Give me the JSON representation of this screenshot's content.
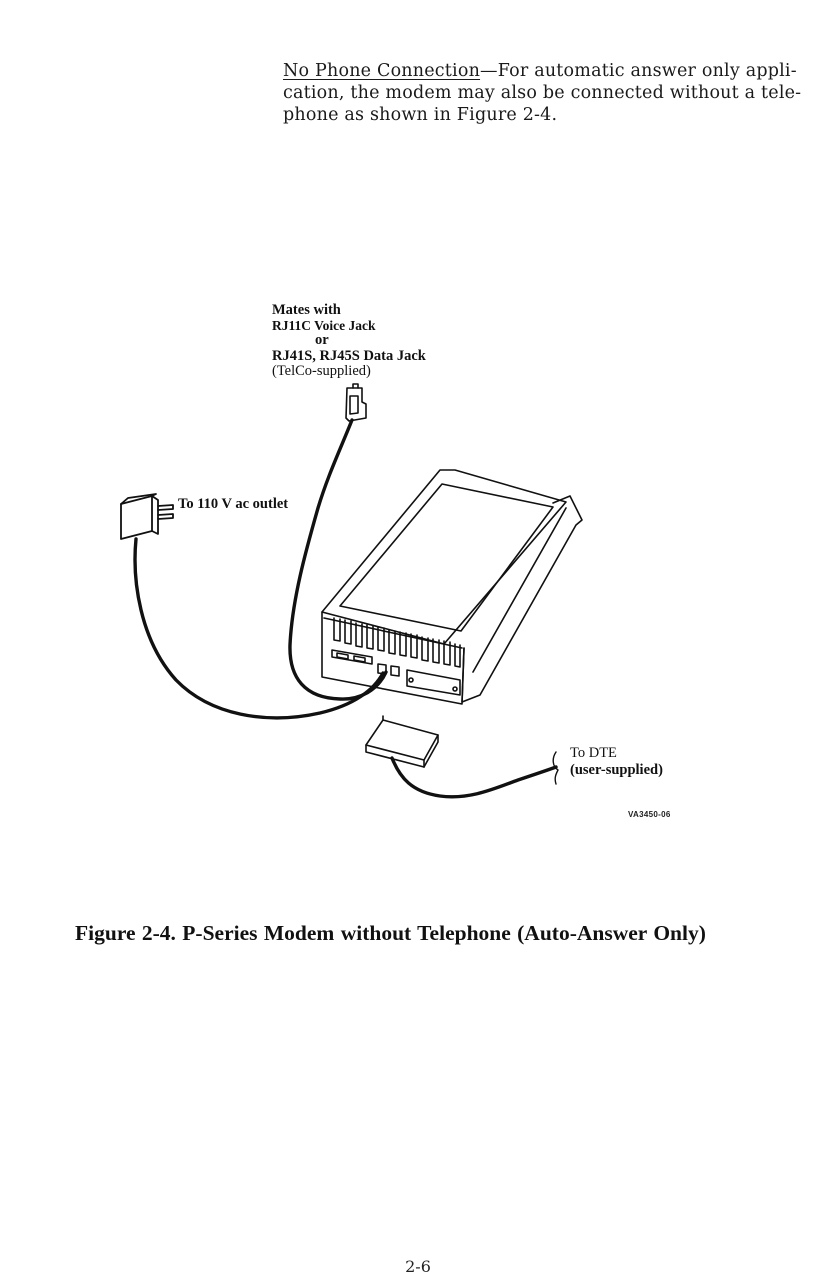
{
  "intro": {
    "heading": "No Phone Connection",
    "line1_rest": "—For automatic answer only appli-",
    "line2": "cation, the modem may also be connected without a tele-",
    "line3": "phone as shown in Figure 2-4."
  },
  "figure": {
    "labels": {
      "jack_1": "Mates with",
      "jack_2": "RJ11C Voice Jack",
      "jack_3": "or",
      "jack_4": "RJ41S, RJ45S Data Jack",
      "jack_5": "(TelCo-supplied)",
      "power": "To 110 V ac outlet",
      "dte_1": "To DTE",
      "dte_2": "(user-supplied)"
    },
    "code": "VA3450-06"
  },
  "caption": "Figure 2-4.  P-Series Modem without Telephone (Auto-Answer Only)",
  "page_number": "2-6"
}
